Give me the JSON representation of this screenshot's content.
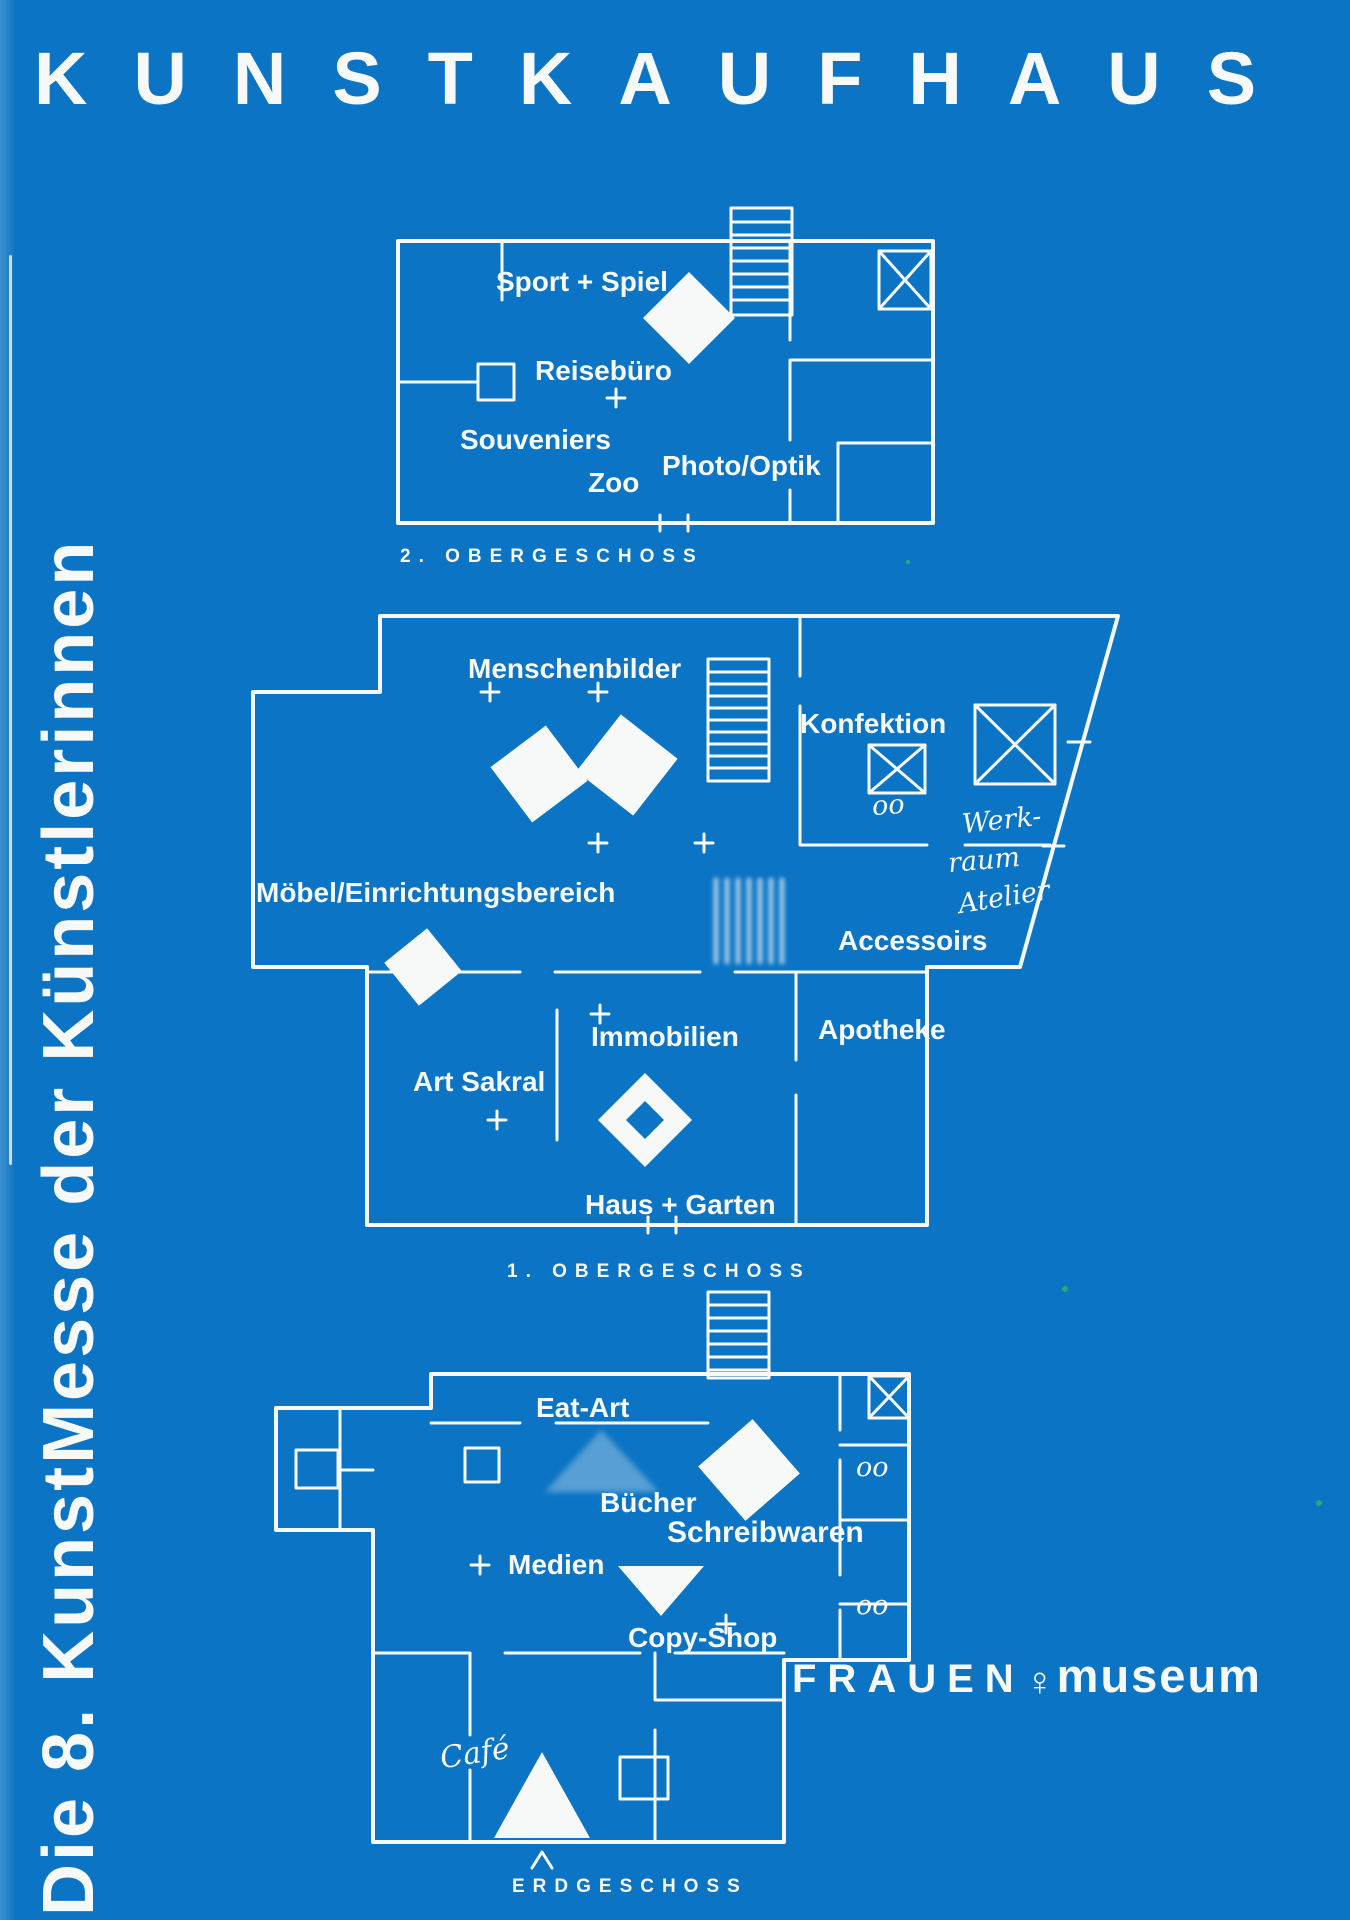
{
  "colors": {
    "background": "#0b74c4",
    "ink": "#f7f9f8",
    "speck": "#35b06a"
  },
  "title": "KUNSTKAUFHAUS",
  "spine": "Die 8. KunstMesse der Künstlerinnen",
  "floors": {
    "second": {
      "caption": "2. OBERGESCHOSS",
      "labels": {
        "sport_spiel": "Sport + Spiel",
        "reisebuero": "Reisebüro",
        "souveniers": "Souveniers",
        "zoo": "Zoo",
        "photo_optik": "Photo/Optik"
      }
    },
    "first": {
      "caption": "1. OBERGESCHOSS",
      "labels": {
        "menschenbilder": "Menschenbilder",
        "konfektion": "Konfektion",
        "moebel": "Möbel/Einrichtungsbereich",
        "accessoirs": "Accessoirs",
        "immobilien": "Immobilien",
        "apotheke": "Apotheke",
        "art_sakral": "Art Sakral",
        "haus_garten": "Haus + Garten",
        "oo": "oo",
        "werk": "Werk-",
        "raum": "raum",
        "atelier": "Atelier"
      }
    },
    "ground": {
      "caption": "ERDGESCHOSS",
      "labels": {
        "eat_art": "Eat-Art",
        "buecher": "Bücher",
        "schreibwaren": "Schreibwaren",
        "medien": "Medien",
        "copy_shop": "Copy-Shop",
        "cafe": "Café",
        "oo_upper": "oo",
        "oo_lower": "oo"
      }
    }
  },
  "logo": {
    "frauen": "FRAUEN",
    "symbol": "♀",
    "museum": "museum"
  }
}
